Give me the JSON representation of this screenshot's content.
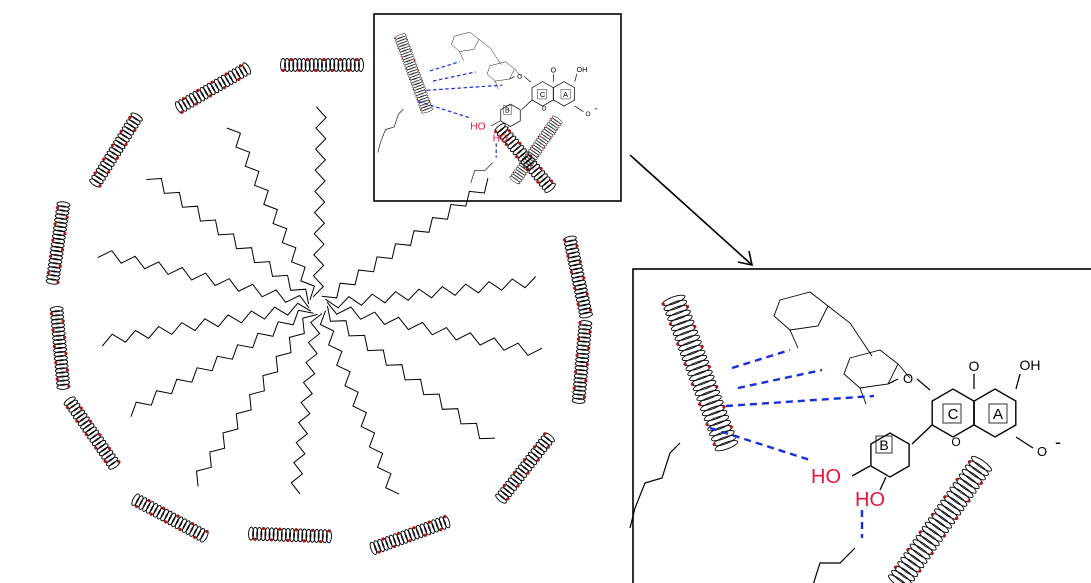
{
  "figure": {
    "inset_labels": {
      "oh_top": "OH",
      "o_carbonyl": "O",
      "ring_a": "A",
      "ring_b": "B",
      "ring_c": "C",
      "ho_1": "HO",
      "ho_2": "HO",
      "o_minus": "O",
      "minus_sign": "-",
      "glyco_o": "O",
      "ring_o": "O"
    },
    "colors": {
      "chain": "#000000",
      "head_red": "#b01818",
      "hbond": "#1a2fd8",
      "hydroxyl": "#e8163c",
      "frame": "#000000"
    },
    "icons": [
      "micelle-diagram",
      "zoom-arrow",
      "flavonoid-glycoside-structure"
    ]
  }
}
